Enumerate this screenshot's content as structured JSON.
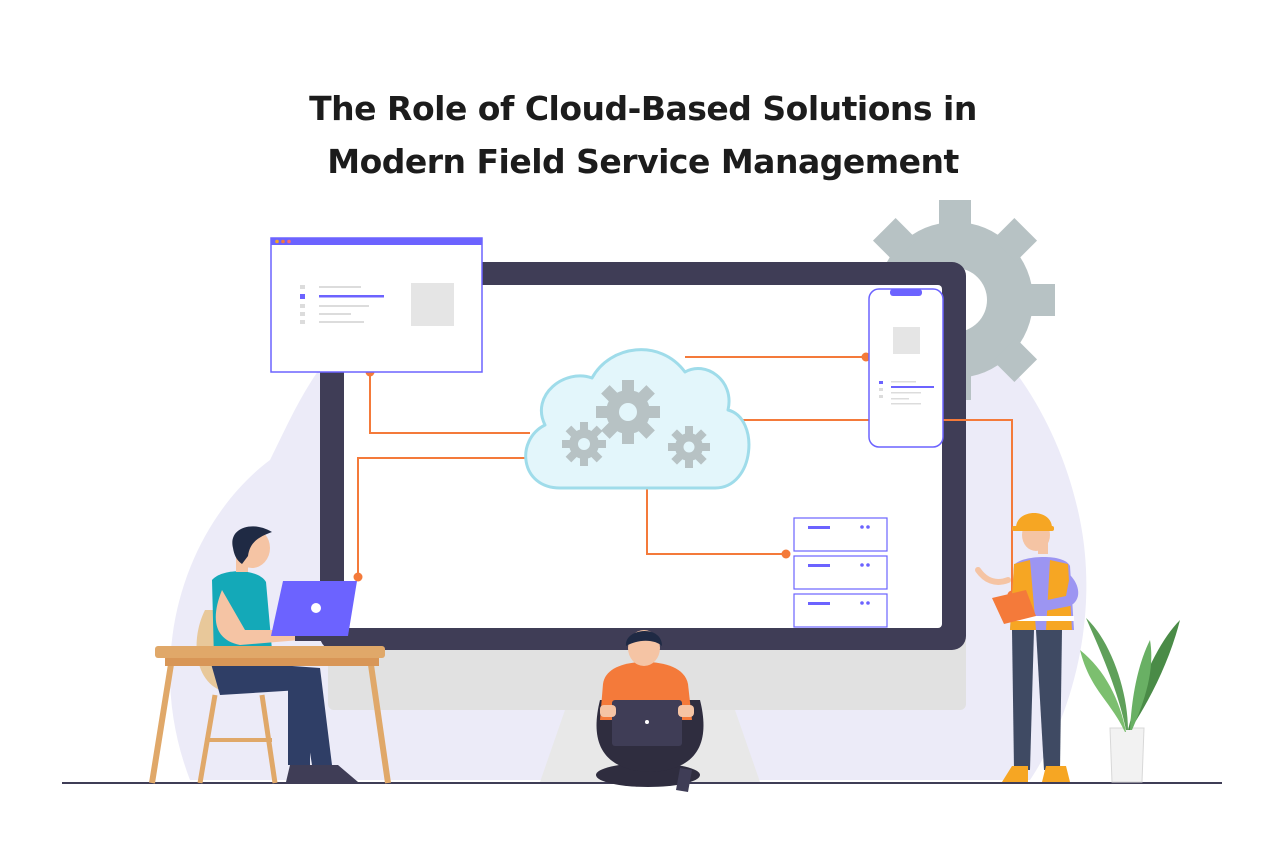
{
  "title": {
    "line1": "The Role of Cloud-Based Solutions in",
    "line2": "Modern Field Service Management"
  },
  "illustration": {
    "icons": [
      "gear-icon",
      "cloud-icon",
      "monitor",
      "browser-window",
      "smartphone",
      "server-rack",
      "laptop",
      "plant"
    ],
    "colors": {
      "accent_purple": "#6c63ff",
      "connector_orange": "#f47a3a",
      "monitor_frame": "#3f3d56",
      "cloud_fill": "#e3f6fb",
      "cloud_stroke": "#9fdcea",
      "gear": "#b7c2c4",
      "blob": "#ecebf8",
      "worker_vest": "#f6a623",
      "shirt_teal": "#14a9b8",
      "shirt_orange": "#f47a3a",
      "plant": "#5fa05a"
    }
  }
}
